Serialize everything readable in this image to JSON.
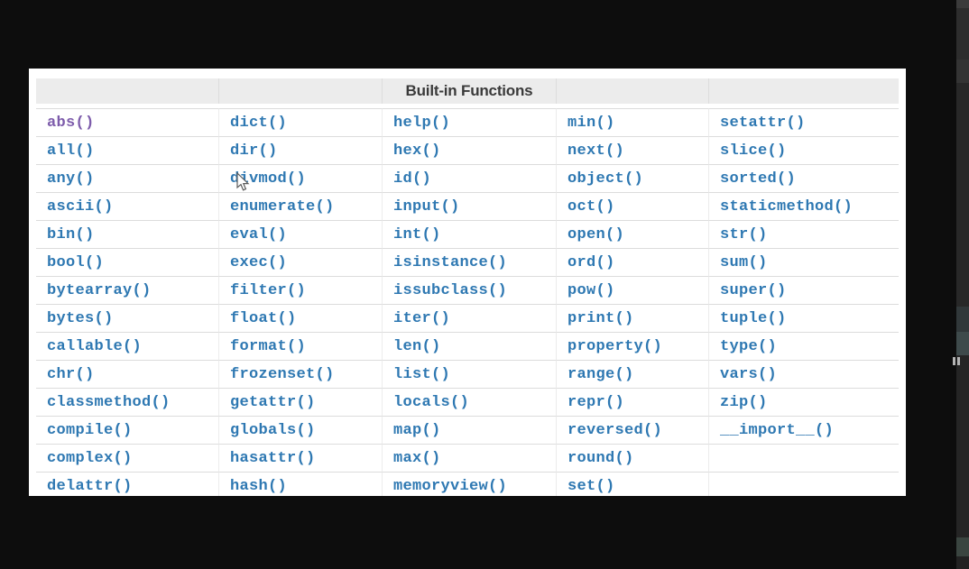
{
  "theme": {
    "page_background": "#0d0d0d",
    "card_background": "#ffffff",
    "caption_background": "#ececec",
    "caption_text_color": "#3a3a3a",
    "link_color": "#2e78b2",
    "visited_link_color": "#7d5cab",
    "row_divider_color": "#dcdcdc",
    "edge_strip_color": "#262626"
  },
  "table": {
    "caption": "Built-in Functions",
    "visited_cells": [
      [
        0,
        0
      ]
    ],
    "rows": [
      [
        "abs()",
        "dict()",
        "help()",
        "min()",
        "setattr()"
      ],
      [
        "all()",
        "dir()",
        "hex()",
        "next()",
        "slice()"
      ],
      [
        "any()",
        "divmod()",
        "id()",
        "object()",
        "sorted()"
      ],
      [
        "ascii()",
        "enumerate()",
        "input()",
        "oct()",
        "staticmethod()"
      ],
      [
        "bin()",
        "eval()",
        "int()",
        "open()",
        "str()"
      ],
      [
        "bool()",
        "exec()",
        "isinstance()",
        "ord()",
        "sum()"
      ],
      [
        "bytearray()",
        "filter()",
        "issubclass()",
        "pow()",
        "super()"
      ],
      [
        "bytes()",
        "float()",
        "iter()",
        "print()",
        "tuple()"
      ],
      [
        "callable()",
        "format()",
        "len()",
        "property()",
        "type()"
      ],
      [
        "chr()",
        "frozenset()",
        "list()",
        "range()",
        "vars()"
      ],
      [
        "classmethod()",
        "getattr()",
        "locals()",
        "repr()",
        "zip()"
      ],
      [
        "compile()",
        "globals()",
        "map()",
        "reversed()",
        "__import__()"
      ],
      [
        "complex()",
        "hasattr()",
        "max()",
        "round()",
        ""
      ],
      [
        "delattr()",
        "hash()",
        "memoryview()",
        "set()",
        ""
      ]
    ]
  },
  "icons": {
    "cursor": "arrow-pointer",
    "edge_glyph": "pause-bars"
  }
}
